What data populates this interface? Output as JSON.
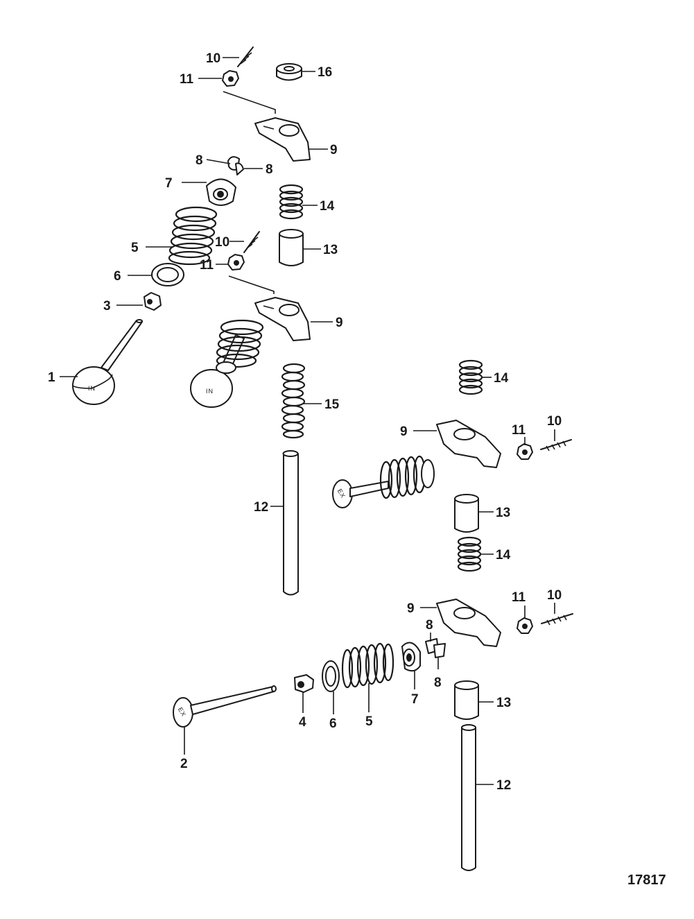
{
  "figure_number": "17817",
  "valve_stamps": {
    "intake": "IN",
    "exhaust": "EX"
  },
  "callouts": {
    "c1": "1",
    "c2": "2",
    "c3": "3",
    "c4": "4",
    "c5a": "5",
    "c5b": "5",
    "c6a": "6",
    "c6b": "6",
    "c7a": "7",
    "c7b": "7",
    "c8a": "8",
    "c8b": "8",
    "c8c": "8",
    "c8d": "8",
    "c9a": "9",
    "c9b": "9",
    "c9c": "9",
    "c9d": "9",
    "c10a": "10",
    "c10b": "10",
    "c10c": "10",
    "c10d": "10",
    "c11a": "11",
    "c11b": "11",
    "c11c": "11",
    "c11d": "11",
    "c12a": "12",
    "c12b": "12",
    "c13a": "13",
    "c13b": "13",
    "c13c": "13",
    "c14a": "14",
    "c14b": "14",
    "c14c": "14",
    "c15": "15",
    "c16": "16"
  }
}
